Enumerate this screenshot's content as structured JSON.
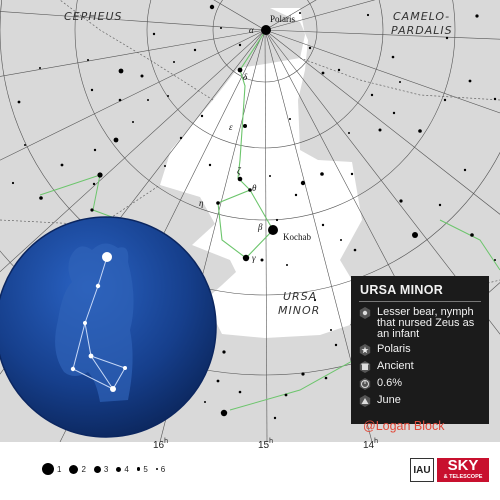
{
  "map": {
    "constellations": {
      "cepheus": "CEPHEUS",
      "camelopardalis_1": "CAMELO-",
      "camelopardalis_2": "PARDALIS",
      "ursa_minor_1": "URSA",
      "ursa_minor_2": "MINOR"
    },
    "stars": {
      "polaris": "Polaris",
      "kochab": "Kochab"
    },
    "greek": {
      "alpha": "α",
      "delta": "δ",
      "epsilon": "ε",
      "zeta": "ζ",
      "theta": "θ",
      "eta": "η",
      "beta": "β",
      "gamma": "γ"
    },
    "ra_ticks": [
      {
        "hour": "16",
        "unit": "h"
      },
      {
        "hour": "15",
        "unit": "h"
      },
      {
        "hour": "14",
        "unit": "h"
      }
    ]
  },
  "info_panel": {
    "title": "URSA MINOR",
    "rows": [
      {
        "icon": "myth-icon",
        "text": "Lesser bear, nymph that nursed Zeus as an infant"
      },
      {
        "icon": "brightest-star-icon",
        "text": "Polaris"
      },
      {
        "icon": "origin-icon",
        "text": "Ancient"
      },
      {
        "icon": "sky-area-icon",
        "text": "0.6%"
      },
      {
        "icon": "best-month-icon",
        "text": "June"
      }
    ]
  },
  "credit": "@Logan Block",
  "legend": {
    "magnitudes": [
      "1",
      "2",
      "3",
      "4",
      "5",
      "6"
    ]
  },
  "logos": {
    "iau": "IAU",
    "sky_line1": "SKY",
    "sky_line2": "& TELESCOPE"
  },
  "colors": {
    "sky_gray": "#d9d9d9",
    "highlight": "#ffffff",
    "constellation_line": "#6cc56c",
    "globe_blue": "#123d8a",
    "panel_bg": "#1b1b1b",
    "credit_red": "#e24a3a",
    "sky_red": "#c8102e"
  }
}
